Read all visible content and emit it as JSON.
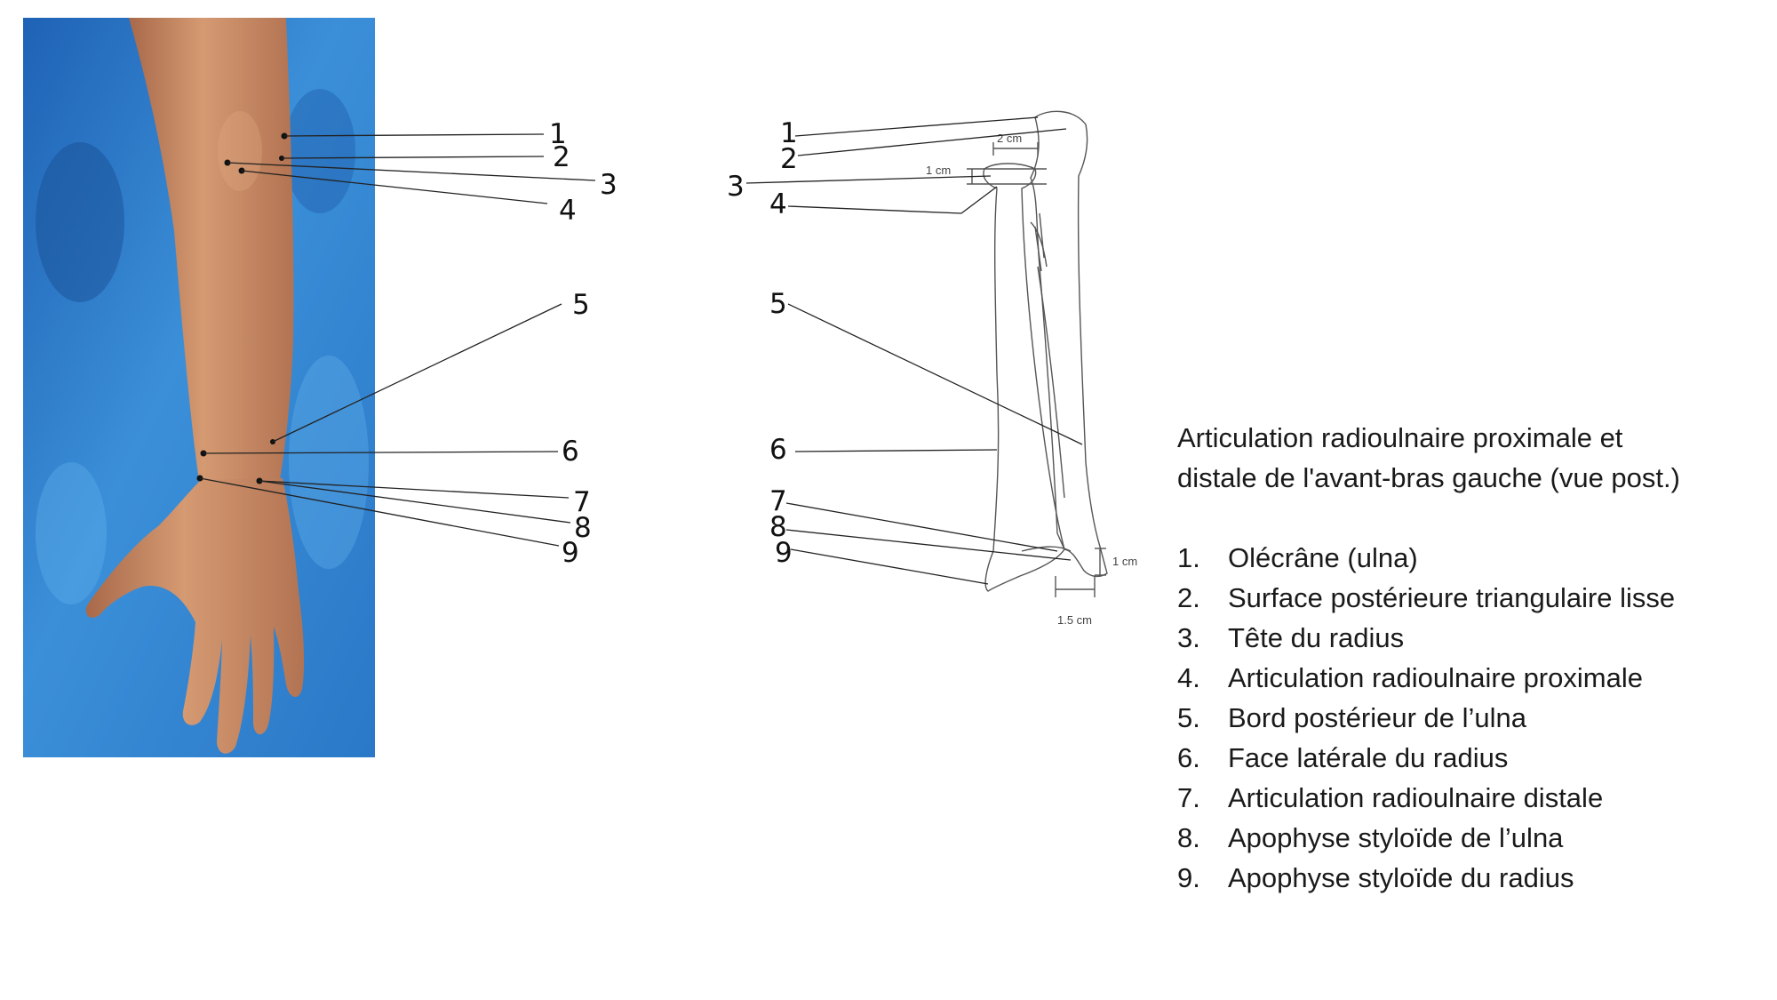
{
  "photo_callouts": [
    "1",
    "2",
    "3",
    "4",
    "5",
    "6",
    "7",
    "8",
    "9"
  ],
  "drawing_callouts": [
    "1",
    "2",
    "3",
    "4",
    "5",
    "6",
    "7",
    "8",
    "9"
  ],
  "dimensions": {
    "top_width": "2 cm",
    "top_height": "1 cm",
    "bottom_height": "1 cm",
    "bottom_width": "1.5 cm"
  },
  "legend": {
    "title_line1": "Articulation radioulnaire proximale et",
    "title_line2": "distale de l'avant-bras gauche  (vue post.)",
    "items": [
      {
        "num": "1.",
        "label": "Olécrâne (ulna)"
      },
      {
        "num": "2.",
        "label": "Surface postérieure triangulaire lisse"
      },
      {
        "num": "3.",
        "label": "Tête du radius"
      },
      {
        "num": "4.",
        "label": "Articulation radioulnaire proximale"
      },
      {
        "num": "5.",
        "label": "Bord postérieur de l’ulna"
      },
      {
        "num": "6.",
        "label": "Face latérale du radius"
      },
      {
        "num": "7.",
        "label": "Articulation radioulnaire distale"
      },
      {
        "num": "8.",
        "label": "Apophyse styloïde de l’ulna"
      },
      {
        "num": "9.",
        "label": "Apophyse styloïde du radius"
      }
    ]
  },
  "colors": {
    "background_blue": "#2a78c8",
    "skin": "#c98a63",
    "line": "#222222"
  }
}
